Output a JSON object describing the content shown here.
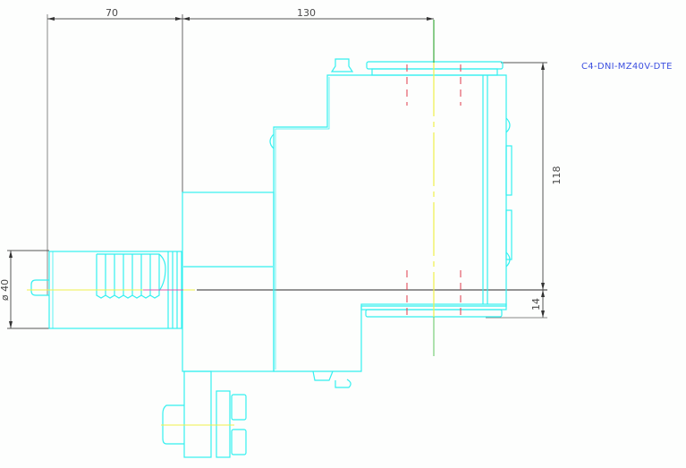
{
  "drawing": {
    "part_number": "C4-DNI-MZ40V-DTE",
    "colors": {
      "outline": "#33f0f0",
      "dimension": "#555555",
      "centerline": "#f0f04a",
      "hidden": "#e03a4a",
      "axis_green": "#3caa3c",
      "axis_magenta": "#e05aa8",
      "label": "#3c4fe0",
      "background": "#fdfefd"
    },
    "dimensions": {
      "width_left": "70",
      "width_right": "130",
      "height_main": "118",
      "height_offset": "14",
      "shank_diameter": "ø 40"
    }
  }
}
